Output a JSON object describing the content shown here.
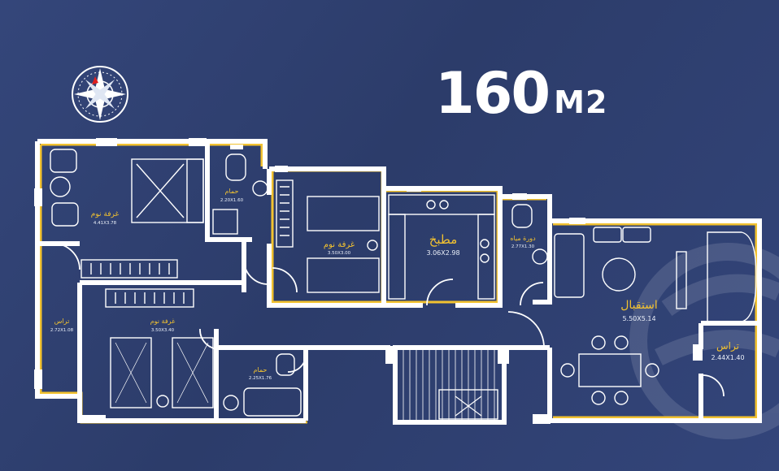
{
  "title": {
    "number": "160",
    "unit": "M2"
  },
  "compass_icon": "compass-rose-icon",
  "rooms": {
    "bedroom1": {
      "name": "غرفة نوم",
      "size": "4.41X3.78"
    },
    "bath1": {
      "name": "حمام",
      "size": "2.20X1.60"
    },
    "bedroom2": {
      "name": "غرفة نوم",
      "size": "3.50X3.00"
    },
    "kitchen": {
      "name": "مطبخ",
      "size": "3.06X2.98"
    },
    "wc": {
      "name": "دورة مياه",
      "size": "2.77X1.30"
    },
    "reception": {
      "name": "استقبال",
      "size": "5.50X5.14"
    },
    "terrace_left": {
      "name": "تراس",
      "size": "2.72X1.08"
    },
    "bedroom3": {
      "name": "غرفة نوم",
      "size": "3.50X3.40"
    },
    "bath2": {
      "name": "حمام",
      "size": "2.25X1.76"
    },
    "terrace_right": {
      "name": "تراس",
      "size": "2.44X1.40"
    }
  },
  "colors": {
    "background": "#2f3f6e",
    "walls": "#ffffff",
    "wall_accent": "#f2c230",
    "room_labels": "#f2c230"
  }
}
